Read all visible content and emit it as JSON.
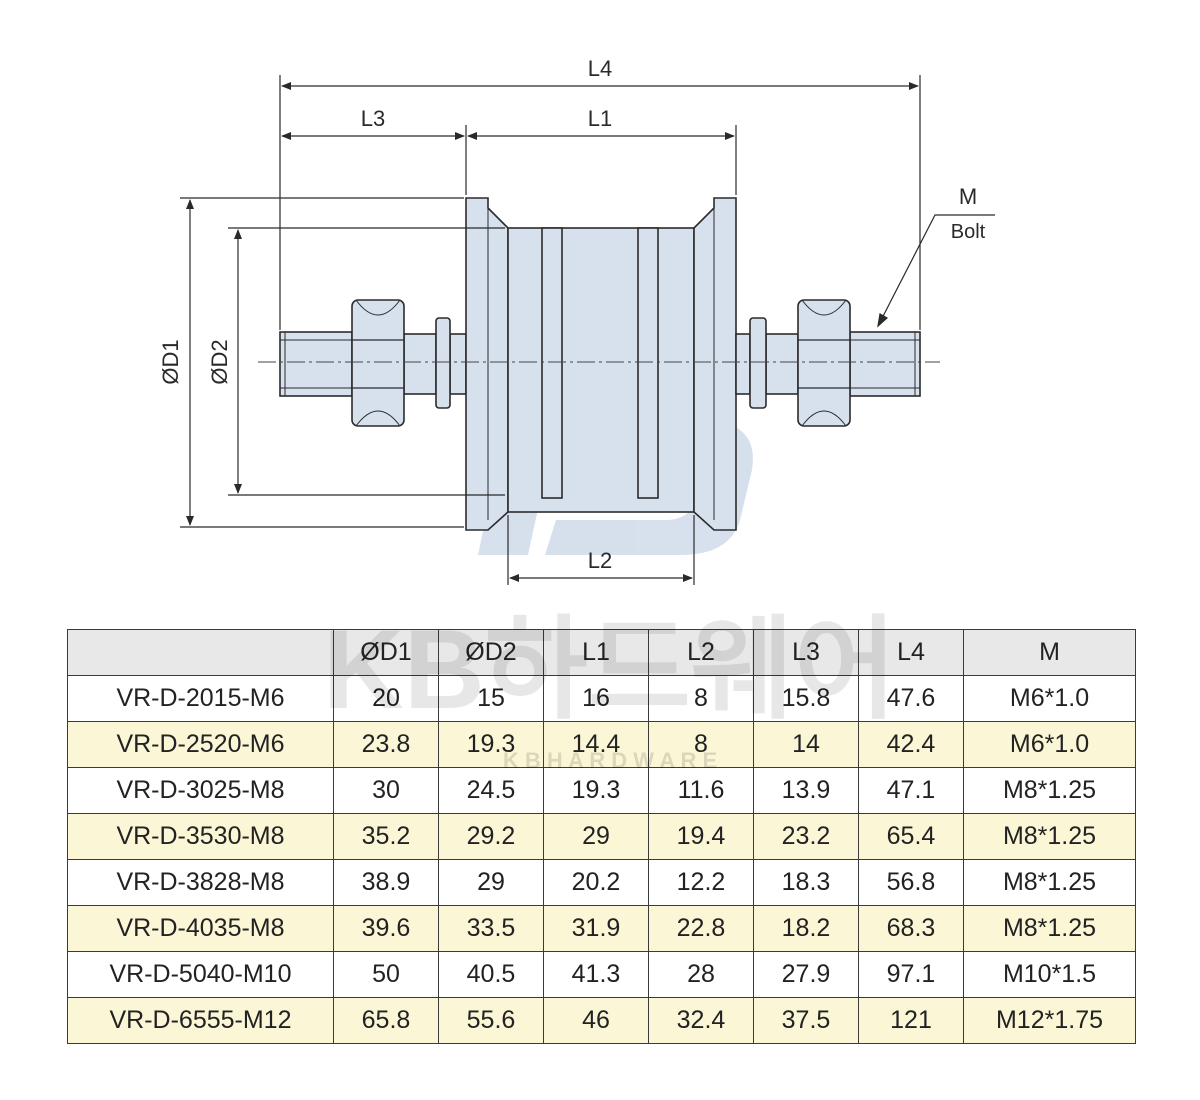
{
  "drawing": {
    "labels": {
      "l4": "L4",
      "l3": "L3",
      "l1": "L1",
      "l2": "L2",
      "d1": "ØD1",
      "d2": "ØD2",
      "m": "M",
      "bolt": "Bolt"
    },
    "colors": {
      "part_fill": "#d7e1ee",
      "part_stroke": "#2b2b2b",
      "logo": "#9fb6d6"
    }
  },
  "watermark": {
    "brand": "KB하드웨어",
    "sub": "K B   H A R D W A R E"
  },
  "table": {
    "headers": [
      "",
      "ØD1",
      "ØD2",
      "L1",
      "L2",
      "L3",
      "L4",
      "M"
    ],
    "rows": [
      [
        "VR-D-2015-M6",
        "20",
        "15",
        "16",
        "8",
        "15.8",
        "47.6",
        "M6*1.0"
      ],
      [
        "VR-D-2520-M6",
        "23.8",
        "19.3",
        "14.4",
        "8",
        "14",
        "42.4",
        "M6*1.0"
      ],
      [
        "VR-D-3025-M8",
        "30",
        "24.5",
        "19.3",
        "11.6",
        "13.9",
        "47.1",
        "M8*1.25"
      ],
      [
        "VR-D-3530-M8",
        "35.2",
        "29.2",
        "29",
        "19.4",
        "23.2",
        "65.4",
        "M8*1.25"
      ],
      [
        "VR-D-3828-M8",
        "38.9",
        "29",
        "20.2",
        "12.2",
        "18.3",
        "56.8",
        "M8*1.25"
      ],
      [
        "VR-D-4035-M8",
        "39.6",
        "33.5",
        "31.9",
        "22.8",
        "18.2",
        "68.3",
        "M8*1.25"
      ],
      [
        "VR-D-5040-M10",
        "50",
        "40.5",
        "41.3",
        "28",
        "27.9",
        "97.1",
        "M10*1.5"
      ],
      [
        "VR-D-6555-M12",
        "65.8",
        "55.6",
        "46",
        "32.4",
        "37.5",
        "121",
        "M12*1.75"
      ]
    ]
  }
}
